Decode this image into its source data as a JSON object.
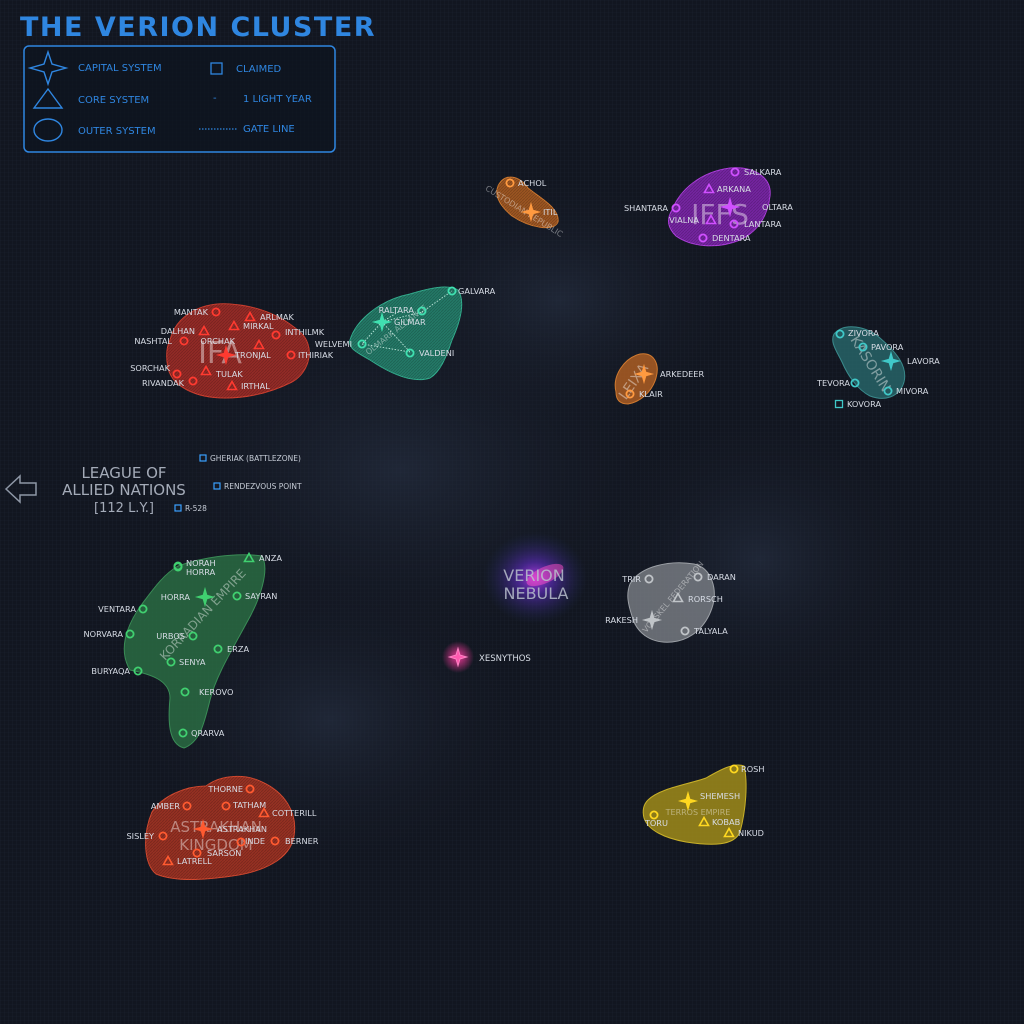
{
  "title": "THE VERION CLUSTER",
  "colors": {
    "ui_blue": "#2f86e0",
    "label": "#d8dde6",
    "background": "#121620"
  },
  "legend": {
    "capital": "CAPITAL SYSTEM",
    "core": "CORE SYSTEM",
    "outer": "OUTER SYSTEM",
    "claimed": "CLAIMED",
    "light_year": "1 LIGHT YEAR",
    "light_year_mark": "-",
    "gate": "GATE LINE"
  },
  "offmap": {
    "line1": "LEAGUE OF",
    "line2": "ALLIED NATIONS",
    "line3": "[112 L.Y.]",
    "arrow_icon": "left-arrow-icon"
  },
  "independent": {
    "gheriak": "GHERIAK (BATTLEZONE)",
    "rendezvous": "RENDEZVOUS POINT",
    "r528": "R-528",
    "xesnythos": "XESNYTHOS"
  },
  "nebula": {
    "line1": "VERION",
    "line2": "NEBULA"
  },
  "factions": {
    "achol": {
      "color": "#c86a22",
      "name": "CUSTODIAN REPUBLIC",
      "systems": {
        "achol": "ACHOL",
        "itil": "ITIL"
      }
    },
    "iffs": {
      "color": "#9a2ad0",
      "name": "IFFS",
      "systems": {
        "salkara": "SALKARA",
        "arkana": "ARKANA",
        "shantara": "SHANTARA",
        "oltara": "OLTARA",
        "vialna": "VIALNA",
        "lantara": "LANTARA",
        "dentara": "DENTARA"
      }
    },
    "ifa": {
      "color": "#c43228",
      "name": "IFA",
      "systems": {
        "mantak": "MANTAK",
        "arlmak": "ARLMAK",
        "mirkal": "MIRKAL",
        "dalhan": "DALHAN",
        "inthilmk": "INTHILMK",
        "nashtal": "NASHTAL",
        "orchak": "ORCHAK",
        "tronjal": "TRONJAL",
        "ithiriak": "ITHIRIAK",
        "sorchak": "SORCHAK",
        "tulak": "TULAK",
        "rivandak": "RIVANDAK",
        "irthal": "IRTHAL"
      }
    },
    "olmark": {
      "color": "#2a9c80",
      "name": "OLMARK ALLIANCE",
      "systems": {
        "galvara": "GALVARA",
        "raltara": "RALTARA",
        "gilmar": "GILMAR",
        "welvemi": "WELVEMI",
        "valdeni": "VALDENI"
      }
    },
    "leixa": {
      "color": "#c86a22",
      "name": "LEIXA",
      "systems": {
        "arkedeer": "ARKEDEER",
        "klair": "KLAIR"
      }
    },
    "kasorin": {
      "color": "#2a6e70",
      "name": "KASORIN",
      "systems": {
        "zivora": "ZIVORA",
        "pavora": "PAVORA",
        "lavora": "LAVORA",
        "tevora": "TEVORA",
        "mivora": "MIVORA",
        "kovora": "KOVORA"
      }
    },
    "korradian": {
      "color": "#2e7a48",
      "name": "KORRADIAN EMPIRE",
      "systems": {
        "anza": "ANZA",
        "norah": "NORAH",
        "horra_n": "HORRA",
        "horra": "HORRA",
        "sayran": "SAYRAN",
        "ventara": "VENTARA",
        "norvara": "NORVARA",
        "urbos": "URBOS",
        "erza": "ERZA",
        "senya": "SENYA",
        "buryaqa": "BURYAQA",
        "kerovo": "KEROVO",
        "qrarva": "QRARVA"
      }
    },
    "vorskel": {
      "color": "#8a8e94",
      "name": "VORSKEL FEDERATION",
      "systems": {
        "trir": "TRIR",
        "daran": "DARAN",
        "rorsch": "RORSCH",
        "rakesh": "RAKESH",
        "talyala": "TALYALA"
      }
    },
    "astrakhan": {
      "color": "#c83a22",
      "name_line1": "ASTRAKHAN",
      "name_line2": "KINGDOM",
      "systems": {
        "thorne": "THORNE",
        "amber": "AMBER",
        "tatham": "TATHAM",
        "cotterill": "COTTERILL",
        "sisley": "SISLEY",
        "astrakhan": "ASTRAKHAN",
        "inde": "INDE",
        "berner": "BERNER",
        "sarson": "SARSON",
        "latrell": "LATRELL"
      }
    },
    "terros": {
      "color": "#b8a018",
      "name": "TERROS EMPIRE",
      "systems": {
        "rosh": "ROSH",
        "shemesh": "SHEMESH",
        "toru": "TORU",
        "kobab": "KOBAB",
        "nikud": "NIKUD"
      }
    }
  }
}
